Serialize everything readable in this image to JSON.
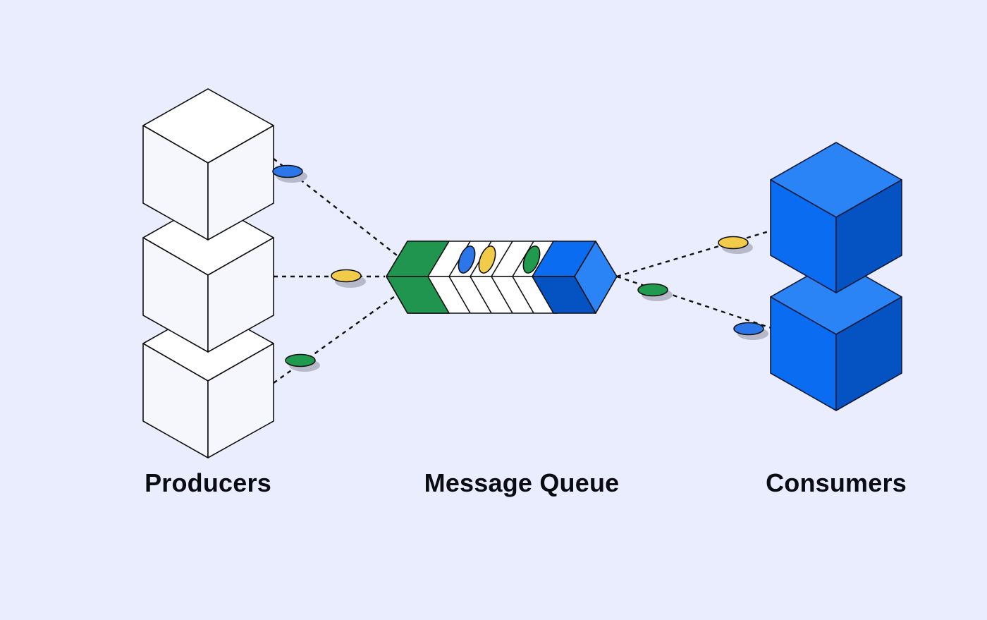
{
  "labels": {
    "producers": "Producers",
    "queue": "Message Queue",
    "consumers": "Consumers"
  },
  "colors": {
    "background": "#eaedfe",
    "producer_top": "#ffffff",
    "producer_side": "#f5f7fd",
    "consumer_top": "#2b84f6",
    "consumer_left": "#0a6cf1",
    "consumer_right": "#0552c2",
    "queue_green": "#209550",
    "queue_blue": "#0a6cf1",
    "message_blue": "#2b76e8",
    "message_yellow": "#f3cb4a",
    "message_green": "#1f9a4e",
    "shadow": "#b7b9c8"
  },
  "icons": {
    "producer_nodes": "cube-icon",
    "consumer_nodes": "cube-icon",
    "queue": "queue-icon",
    "messages": "message-token-icon"
  }
}
